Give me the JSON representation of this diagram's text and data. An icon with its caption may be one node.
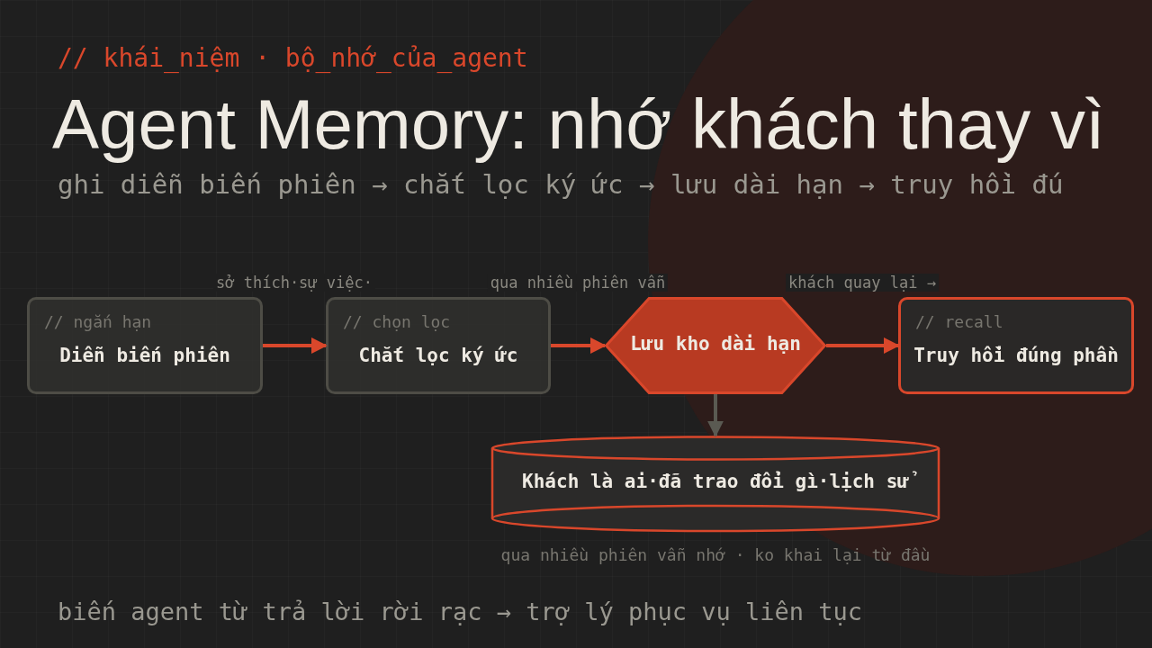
{
  "diagram": {
    "title": "Agent Memory: nhớ khách thay vì",
    "caption": "ghi diễn biến phiên → chắt lọc ký ức → lưu dài hạn → truy hồi đú",
    "nodes": [
      {
        "text": [
          "// ngắn hạn",
          "Diễn biến phiên"
        ]
      },
      {
        "text": [
          "// chọn lọc",
          "Chắt lọc ký ức"
        ]
      },
      {
        "text": [
          "Lưu kho dài hạn"
        ]
      },
      {
        "text": [
          "// recall",
          "Truy hồi đúng phần"
        ]
      },
      {
        "text": [
          "Khách là ai·đã trao đổi gì·lịch sử"
        ],
        "beside": [
          "qua nhiều phiên vẫn nhớ · ko khai lại từ đầu"
        ]
      }
    ],
    "edges": [
      {
        "from": 0,
        "to": 1,
        "arrow": "to",
        "label": "sở thích·sự việc·"
      },
      {
        "from": 1,
        "to": 2,
        "arrow": "to",
        "label": "qua nhiều phiên vẫn"
      },
      {
        "from": 2,
        "to": 3,
        "arrow": "to",
        "label": "khách quay lại →"
      },
      {
        "from": 2,
        "to": 4,
        "arrow": "to",
        "color": "#5a5a52"
      }
    ],
    "labels": [
      "// khái_niệm · bộ_nhớ_của_agent",
      "biến agent từ trả lời rời rạc → trợ lý phục vụ liên tục"
    ]
  }
}
